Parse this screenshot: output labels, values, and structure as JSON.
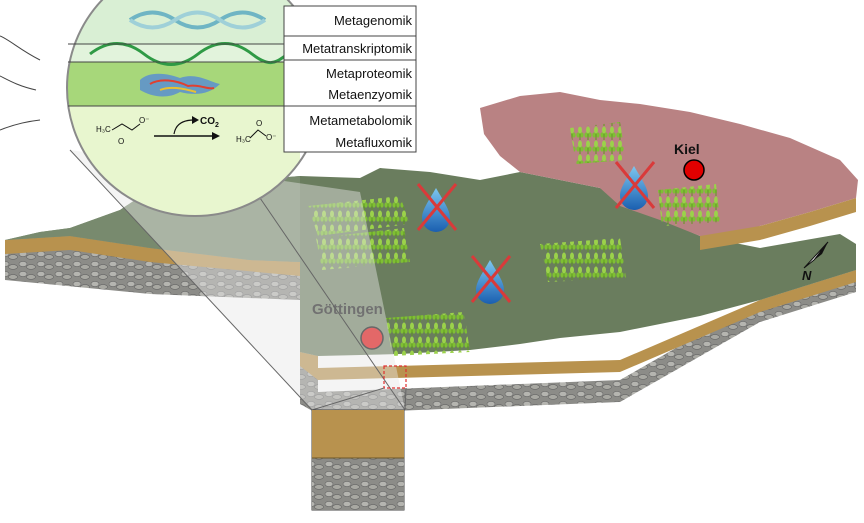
{
  "omics_labels": {
    "metagenomics": "Metagenomik",
    "metatranscriptomics": "Metatranskriptomik",
    "metaproteomics": "Metaproteomik",
    "metaenzymomics": "Metaenzyomik",
    "metametabolomics": "Metametabolomik",
    "metafluxomics": "Metafluxomik"
  },
  "reaction": {
    "product": "CO",
    "product_subscript": "2"
  },
  "cities": {
    "goettingen": "Göttingen",
    "kiel": "Kiel"
  },
  "compass": {
    "north": "N"
  },
  "colors": {
    "land_main": "#6a7d5e",
    "land_kiel": "#b98283",
    "soil_top": "#b8924e",
    "rock": "#9a9a96",
    "city_dot": "#e10000",
    "cross": "#d93a3a",
    "drop": "#2f86cf",
    "crop": "#86c23a"
  }
}
